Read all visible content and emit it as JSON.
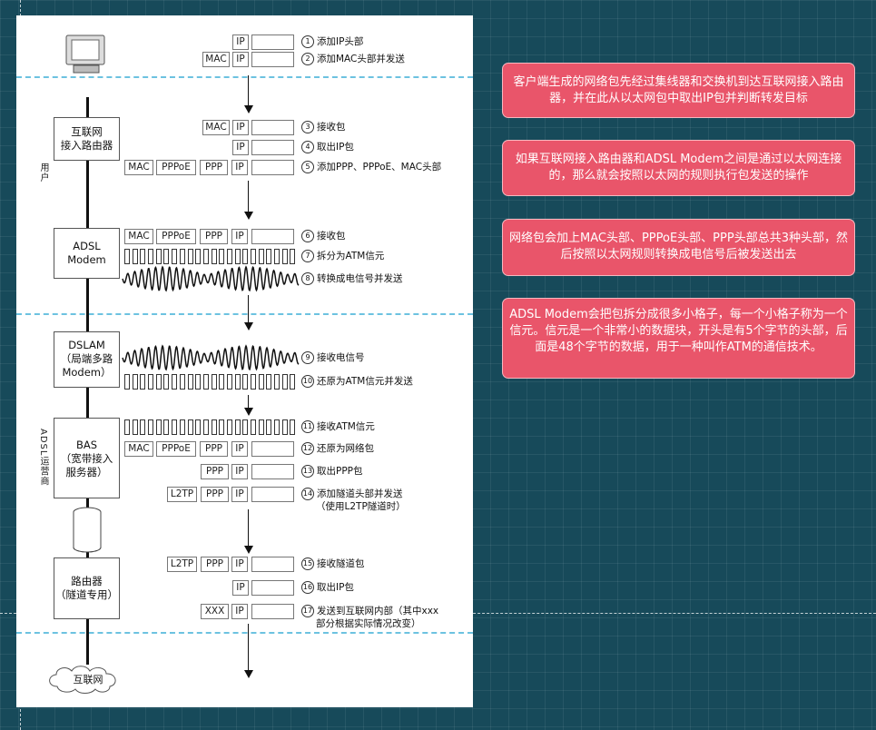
{
  "devices": {
    "router": [
      "互联网",
      "接入路由器"
    ],
    "adsl": [
      "ADSL",
      "Modem"
    ],
    "dslam": [
      "DSLAM",
      "（局端多路",
      "Modem）"
    ],
    "bas": [
      "BAS",
      "（宽带接入",
      "服务器）"
    ],
    "tunnel_router": [
      "路由器",
      "（隧道专用）"
    ],
    "internet": "互联网"
  },
  "zone_labels": {
    "user": "用户",
    "operator": "ADSL运营商"
  },
  "boxes": {
    "ip": "IP",
    "mac": "MAC",
    "pppoe": "PPPoE",
    "ppp": "PPP",
    "l2tp": "L2TP",
    "xxx": "XXX"
  },
  "steps": [
    {
      "num": "1",
      "text": "添加IP头部"
    },
    {
      "num": "2",
      "text": "添加MAC头部并发送"
    },
    {
      "num": "3",
      "text": "接收包"
    },
    {
      "num": "4",
      "text": "取出IP包"
    },
    {
      "num": "5",
      "text": "添加PPP、PPPoE、MAC头部"
    },
    {
      "num": "6",
      "text": "接收包"
    },
    {
      "num": "7",
      "text": "拆分为ATM信元"
    },
    {
      "num": "8",
      "text": "转换成电信号并发送"
    },
    {
      "num": "9",
      "text": "接收电信号"
    },
    {
      "num": "10",
      "text": "还原为ATM信元并发送"
    },
    {
      "num": "11",
      "text": "接收ATM信元"
    },
    {
      "num": "12",
      "text": "还原为网络包"
    },
    {
      "num": "13",
      "text": "取出PPP包"
    },
    {
      "num": "14",
      "text": "添加隧道头部并发送",
      "sub": "（使用L2TP隧道时）"
    },
    {
      "num": "15",
      "text": "接收隧道包"
    },
    {
      "num": "16",
      "text": "取出IP包"
    },
    {
      "num": "17",
      "text": "发送到互联网内部（其中xxx",
      "sub": "部分根据实际情况改变）"
    }
  ],
  "notes": [
    "客户端生成的网络包先经过集线器和交换机到达互联网接入路由器，并在此从以太网包中取出IP包并判断转发目标",
    "如果互联网接入路由器和ADSL Modem之间是通过以太网连接的，那么就会按照以太网的规则执行包发送的操作",
    "网络包会加上MAC头部、PPPoE头部、PPP头部总共3种头部，然后按照以太网规则转换成电信号后被发送出去",
    "ADSL Modem会把包拆分成很多小格子，每一个小格子称为一个信元。信元是一个非常小的数据块，开头是有5个字节的头部，后面是48个字节的数据，用于一种叫作ATM的通信技术。"
  ],
  "colors": {
    "background": "#174a5a",
    "note_fill": "#e9556a",
    "separator": "#6cc2e0"
  },
  "icons": [
    "computer-icon",
    "cloud-icon",
    "tunnel-cylinder-icon"
  ]
}
